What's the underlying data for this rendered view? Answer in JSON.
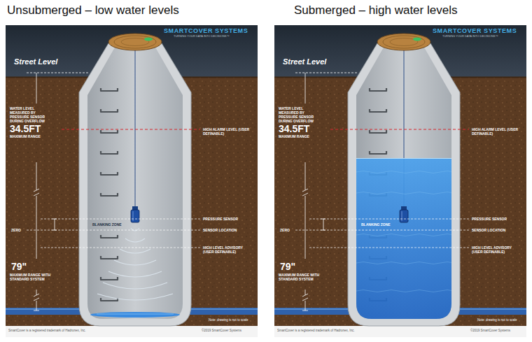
{
  "diagram": {
    "nodes": [
      {
        "text": [
          "Unsubmerged – low water levels"
        ]
      },
      {
        "text": [
          "Submerged – high water levels"
        ]
      }
    ],
    "labels": [
      "SMARTCOVER SYSTEMS",
      "TURNING YOUR DATA INTO DECISIONS™",
      "Street Level",
      "WATER LEVEL MEASURED BY PRESSURE SENSOR DURING OVERFLOW",
      "34.5FT",
      "MAXIMUM RANGE",
      "HIGH ALARM LEVEL (USER DEFINABLE)",
      "PRESSURE SENSOR",
      "SENSOR LOCATION",
      "ZERO",
      "BLANKING ZONE",
      "HIGH LEVEL ADVISORY (USER DEFINABLE)",
      "79\"",
      "MAXIMUM RANGE WITH STANDARD SYSTEM",
      "Note: drawing is not to scale",
      "SmartCover is a registered trademark of Hadronex, Inc.",
      "©2019 SmartCover Systems",
      "SMARTCOVER SYSTEMS",
      "TURNING YOUR DATA INTO DECISIONS™",
      "Street Level",
      "WATER LEVEL MEASURED BY PRESSURE SENSOR DURING OVERFLOW",
      "34.5FT",
      "MAXIMUM RANGE",
      "HIGH ALARM LEVEL (USER DEFINABLE)",
      "PRESSURE SENSOR",
      "SENSOR LOCATION",
      "ZERO",
      "BLANKING ZONE",
      "HIGH LEVEL ADVISORY (USER DEFINABLE)",
      "79\"",
      "MAXIMUM RANGE WITH STANDARD SYSTEM",
      "Note: drawing is not to scale",
      "SmartCover is a registered trademark of Hadronex, Inc.",
      "©2019 SmartCover Systems"
    ]
  }
}
